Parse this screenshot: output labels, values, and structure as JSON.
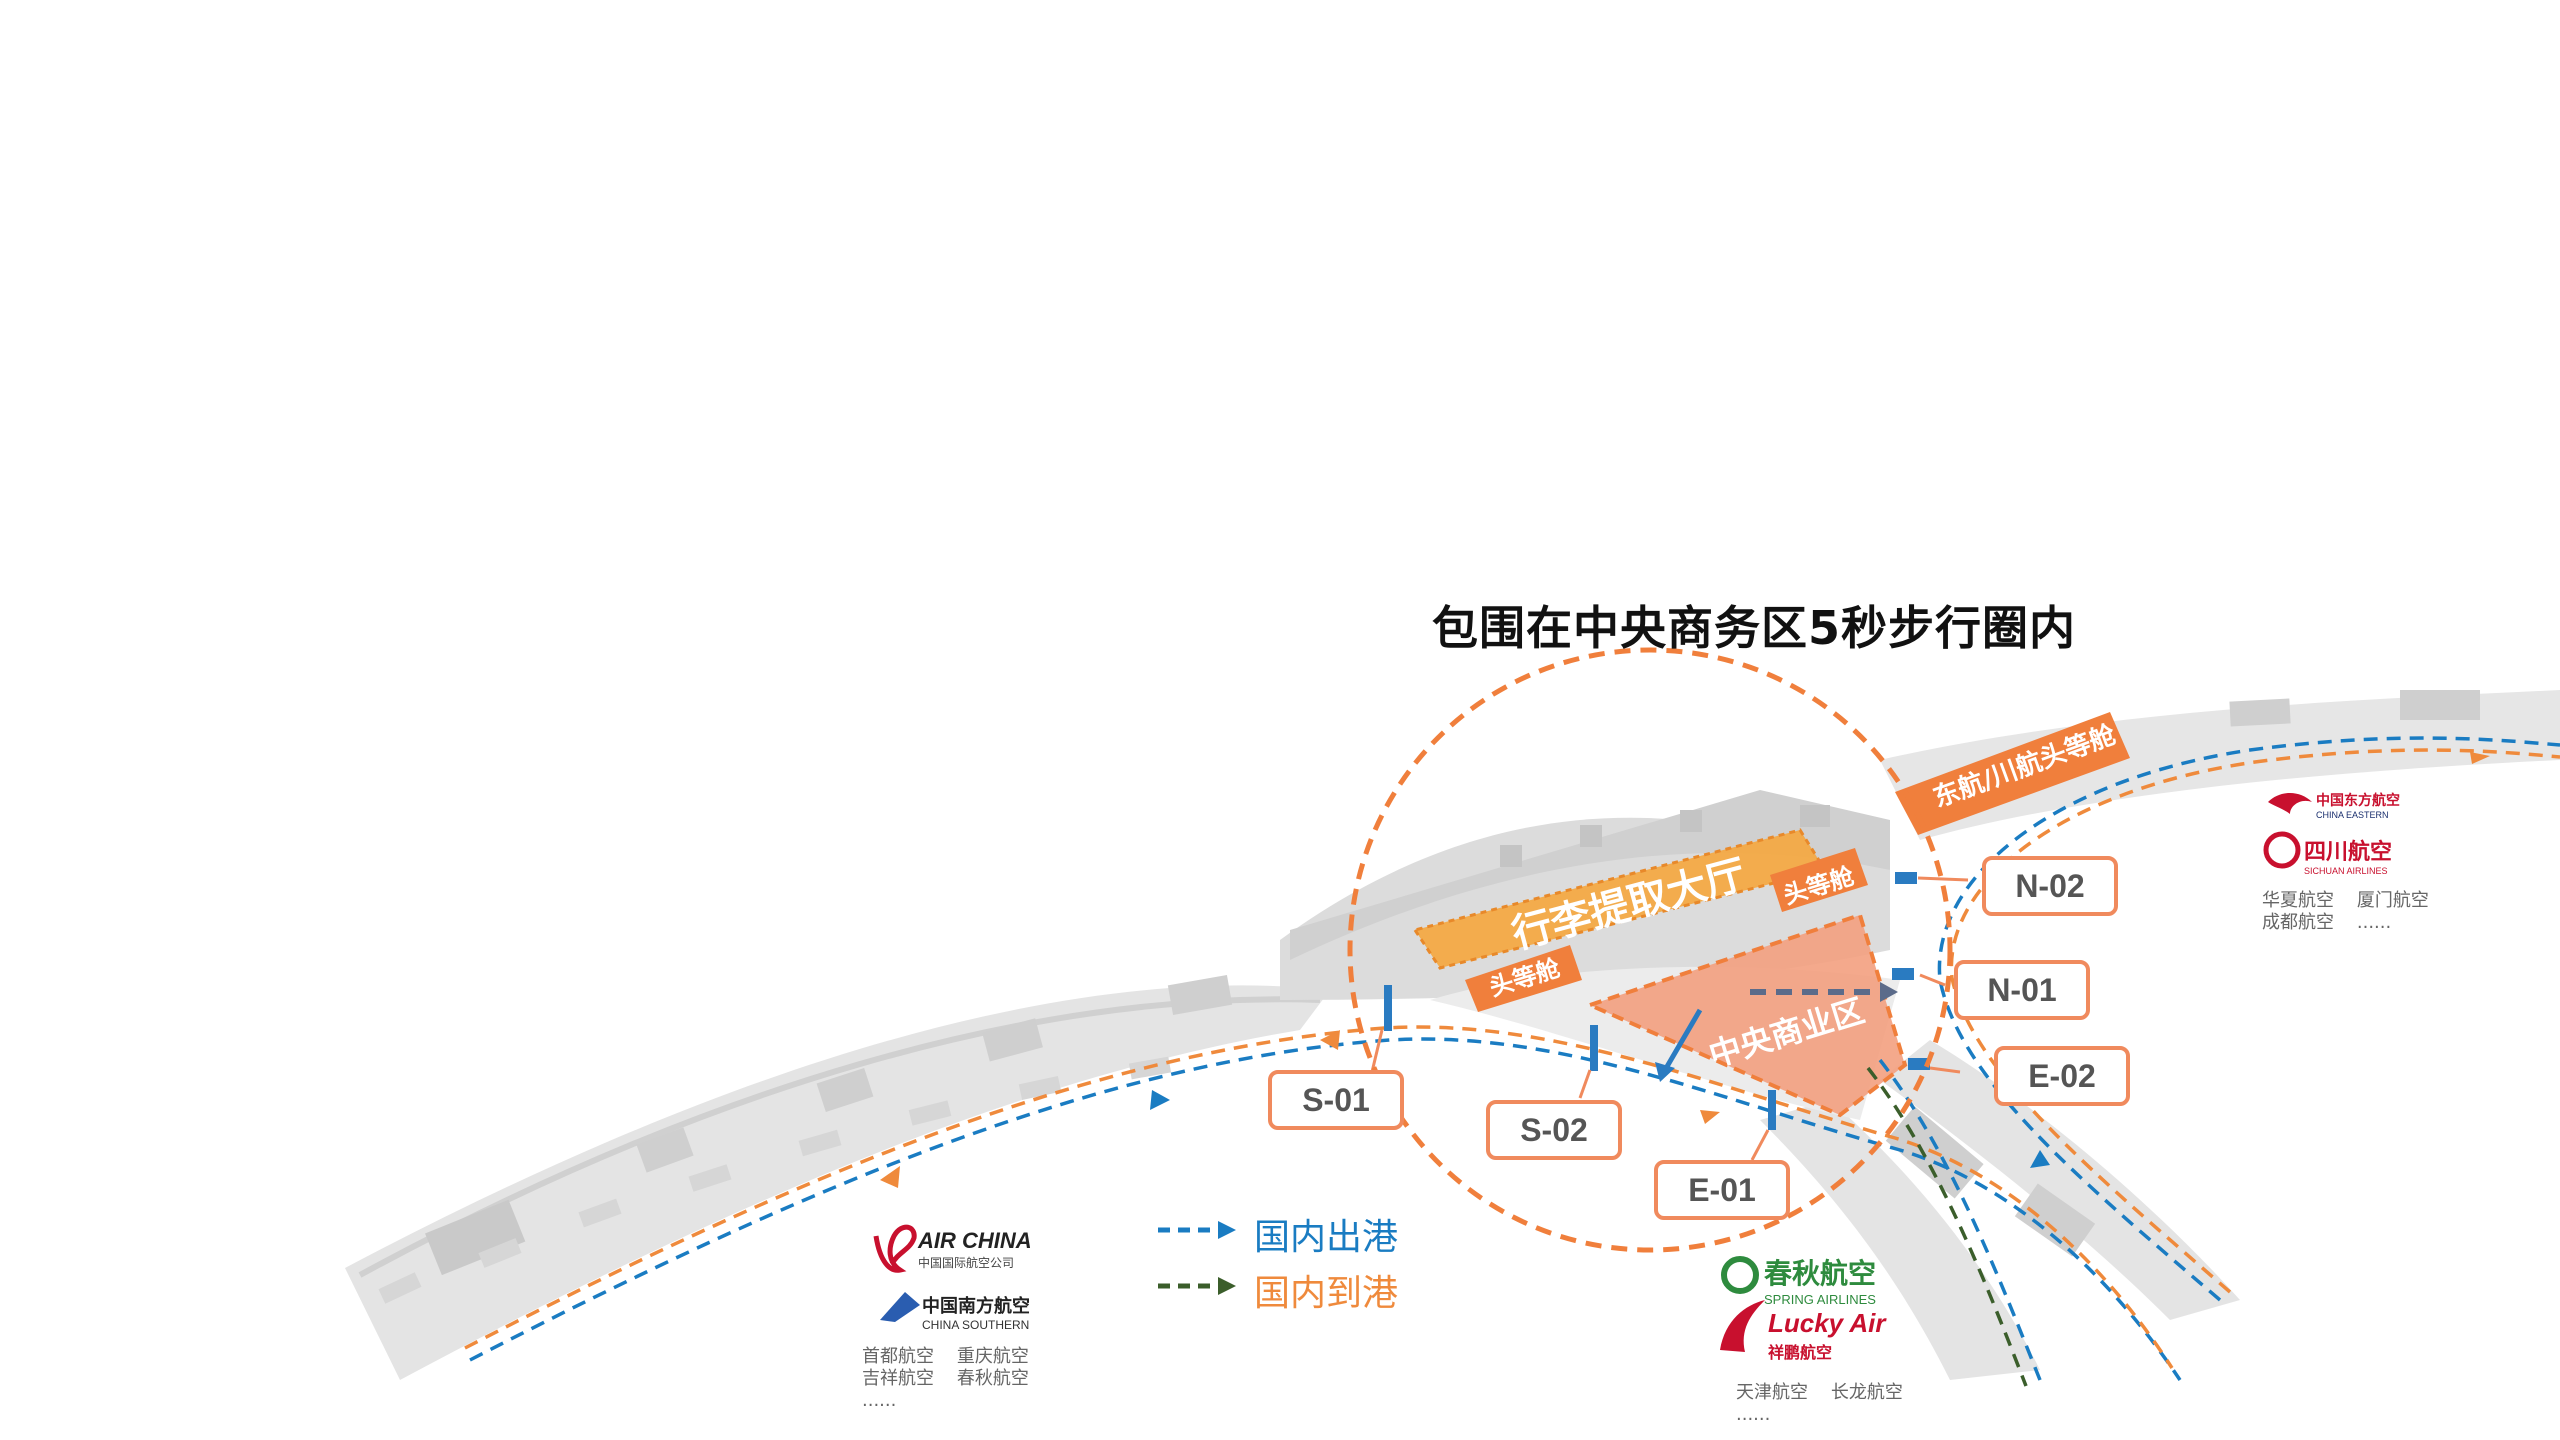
{
  "title": "包围在中央商务区5秒步行圈内",
  "zones": {
    "baggage_hall": "行李提取大厅",
    "first_class_left": "头等舱",
    "first_class_right": "头等舱",
    "central_business": "中央商业区",
    "eastern_sichuan_first": "东航/川航头等舱"
  },
  "gates": {
    "s01": "S-01",
    "s02": "S-02",
    "e01": "E-01",
    "e02": "E-02",
    "n01": "N-01",
    "n02": "N-02"
  },
  "legend": {
    "departure": "国内出港",
    "arrival": "国内到港",
    "departure_color": "#1a7cc2",
    "arrival_color": "#3b5e2b",
    "label_departure_color": "#1a7cc2",
    "label_arrival_color": "#ef8a3c"
  },
  "airline_groups": {
    "left": {
      "logos": {
        "air_china_en": "AIR CHINA",
        "air_china_cn": "中国国际航空公司",
        "china_southern_cn": "中国南方航空",
        "china_southern_en": "CHINA SOUTHERN"
      },
      "list": [
        "首都航空",
        "重庆航空",
        "吉祥航空",
        "春秋航空",
        "......"
      ]
    },
    "center": {
      "logos": {
        "spring_cn": "春秋航空",
        "spring_en": "SPRING AIRLINES",
        "lucky_en": "Lucky Air",
        "lucky_cn": "祥鹏航空"
      },
      "list": [
        "天津航空",
        "长龙航空",
        "......"
      ]
    },
    "right": {
      "logos": {
        "eastern_cn": "中国东方航空",
        "eastern_en": "CHINA EASTERN",
        "sichuan_cn": "四川航空",
        "sichuan_en": "SICHUAN AIRLINES"
      },
      "list": [
        "华夏航空",
        "厦门航空",
        "成都航空",
        "......"
      ]
    }
  },
  "colors": {
    "accent_orange": "#f08a5d",
    "zone_orange": "#f07f3c",
    "business_fill": "#f3a080",
    "blue_marker": "#2a7bc1",
    "building_gray": "#d9d9d9"
  }
}
